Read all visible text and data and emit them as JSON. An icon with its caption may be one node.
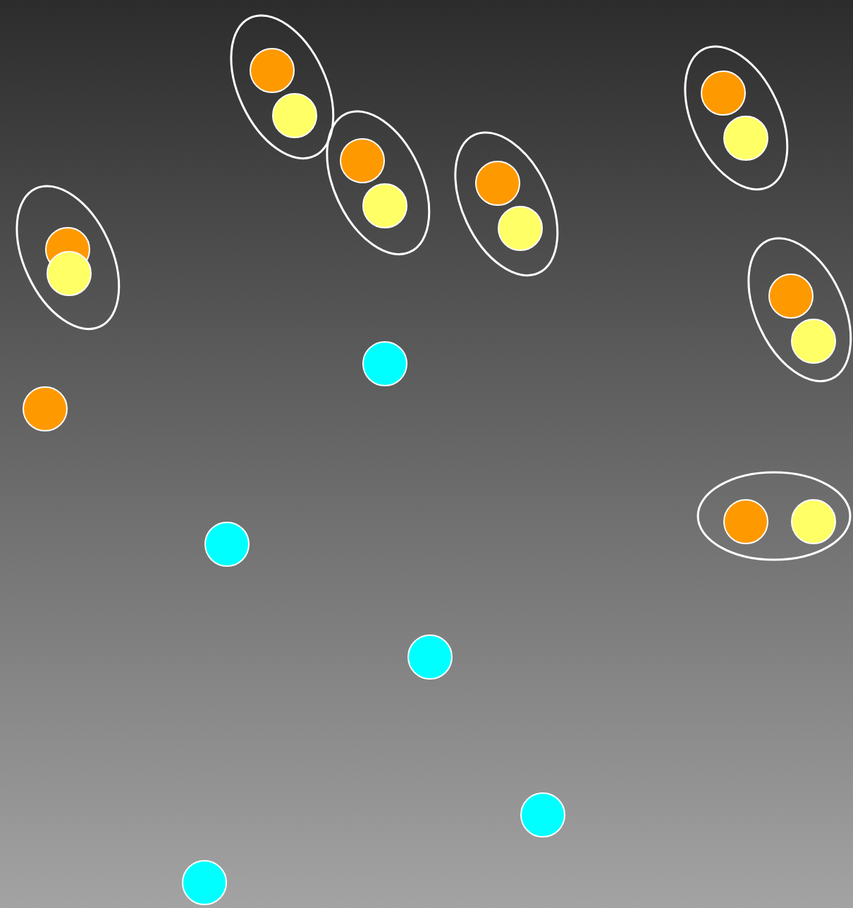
{
  "diagram": {
    "nodes": [
      {
        "text": [],
        "shape": "ellipse"
      },
      {
        "text": [],
        "shape": "circle",
        "in": 0
      },
      {
        "text": [],
        "shape": "circle",
        "in": 0
      },
      {
        "text": [],
        "shape": "ellipse"
      },
      {
        "text": [],
        "shape": "circle",
        "in": 3
      },
      {
        "text": [],
        "shape": "circle",
        "in": 3
      },
      {
        "text": [],
        "shape": "ellipse"
      },
      {
        "text": [],
        "shape": "circle",
        "in": 6
      },
      {
        "text": [],
        "shape": "circle",
        "in": 6
      },
      {
        "text": [],
        "shape": "ellipse"
      },
      {
        "text": [],
        "shape": "circle",
        "in": 9
      },
      {
        "text": [],
        "shape": "circle",
        "in": 9
      },
      {
        "text": [],
        "shape": "ellipse"
      },
      {
        "text": [],
        "shape": "circle",
        "in": 12
      },
      {
        "text": [],
        "shape": "circle",
        "in": 12
      },
      {
        "text": [],
        "shape": "ellipse"
      },
      {
        "text": [],
        "shape": "circle",
        "in": 15
      },
      {
        "text": [],
        "shape": "circle",
        "in": 15
      },
      {
        "text": [],
        "shape": "circle"
      },
      {
        "text": [],
        "shape": "circle"
      },
      {
        "text": [],
        "shape": "ellipse"
      },
      {
        "text": [],
        "shape": "circle",
        "in": 20
      },
      {
        "text": [],
        "shape": "circle",
        "in": 20
      },
      {
        "text": [],
        "shape": "circle"
      },
      {
        "text": [],
        "shape": "circle"
      },
      {
        "text": [],
        "shape": "circle"
      },
      {
        "text": [],
        "shape": "circle"
      }
    ]
  }
}
